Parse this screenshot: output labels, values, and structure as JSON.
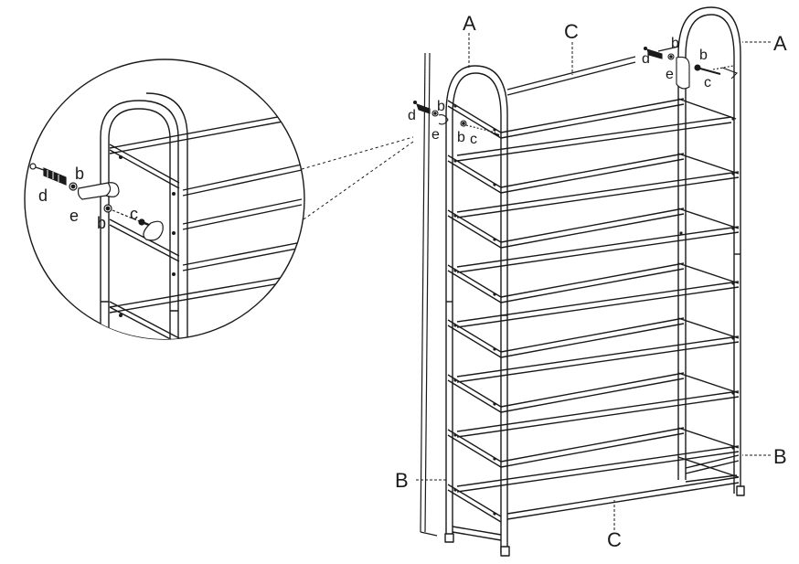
{
  "colors": {
    "stroke": "#1a1a1a",
    "background": "#ffffff",
    "fill": "#ffffff"
  },
  "labels": {
    "frame_tube": "A",
    "base_tube": "B",
    "shelf_rod": "C",
    "part_b": "b",
    "part_c": "c",
    "part_d": "d",
    "part_e": "e"
  },
  "shelf_count": 8
}
